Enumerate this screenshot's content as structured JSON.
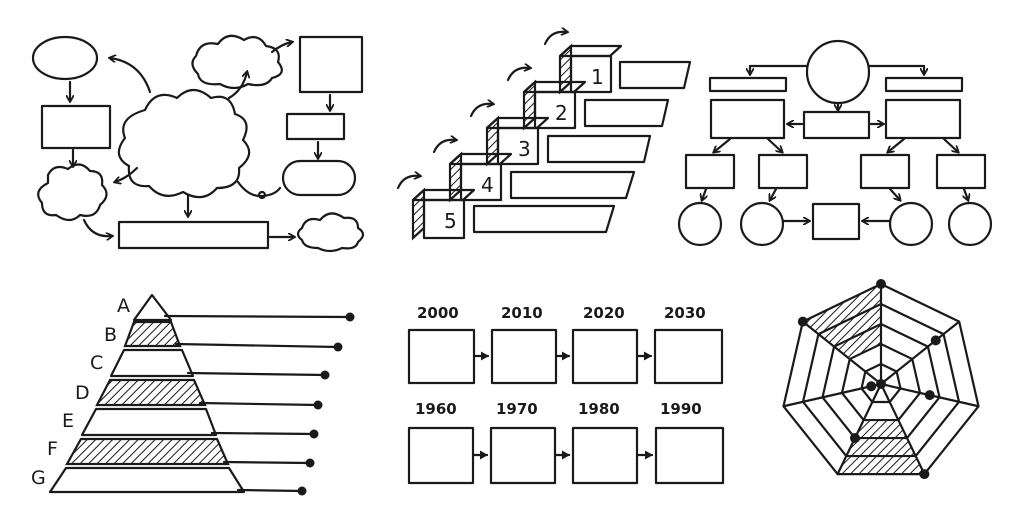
{
  "colors": {
    "ink": "#1a1a1a",
    "background": "#ffffff"
  },
  "staircase": {
    "steps": [
      "1",
      "2",
      "3",
      "4",
      "5"
    ]
  },
  "pyramid": {
    "levels": [
      "A",
      "B",
      "C",
      "D",
      "E",
      "F",
      "G"
    ]
  },
  "timeline": {
    "row1": [
      "2000",
      "2010",
      "2020",
      "2030"
    ],
    "row2": [
      "1960",
      "1970",
      "1980",
      "1990"
    ]
  }
}
